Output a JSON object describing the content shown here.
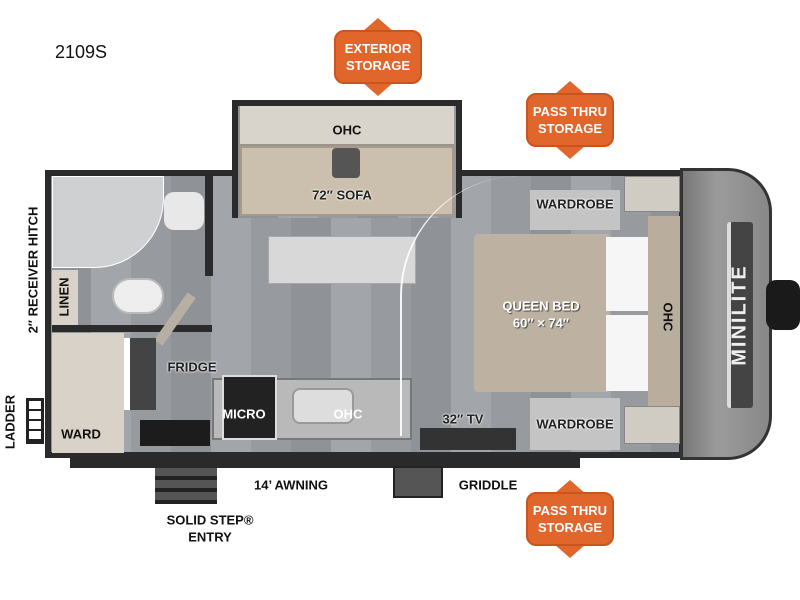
{
  "model": "2109S",
  "logo_text": "MINILITE",
  "markers": [
    {
      "id": "exterior-storage",
      "lines": [
        "EXTERIOR",
        "STORAGE"
      ],
      "color": "#e0662c"
    },
    {
      "id": "pass-thru-storage-top",
      "lines": [
        "PASS THRU",
        "STORAGE"
      ],
      "color": "#e0662c"
    },
    {
      "id": "pass-thru-storage-bottom",
      "lines": [
        "PASS THRU",
        "STORAGE"
      ],
      "color": "#e0662c"
    }
  ],
  "labels": {
    "ohc_slide": "OHC",
    "sofa": "72″ SOFA",
    "wardrobe_top": "WARDROBE",
    "queen_bed": "QUEEN BED",
    "bed_size": "60″ × 74″",
    "ohc_front": "OHC",
    "fridge": "FRIDGE",
    "micro": "MICRO",
    "ohc_kitchen": "OHC",
    "tv": "32″ TV",
    "wardrobe_bottom": "WARDROBE",
    "ward": "WARD",
    "linen": "LINEN",
    "receiver_hitch": "2″ RECEIVER HITCH",
    "ladder": "LADDER",
    "awning": "14’ AWNING",
    "griddle": "GRIDDLE",
    "entry_line1": "SOLID STEP®",
    "entry_line2": "ENTRY"
  }
}
